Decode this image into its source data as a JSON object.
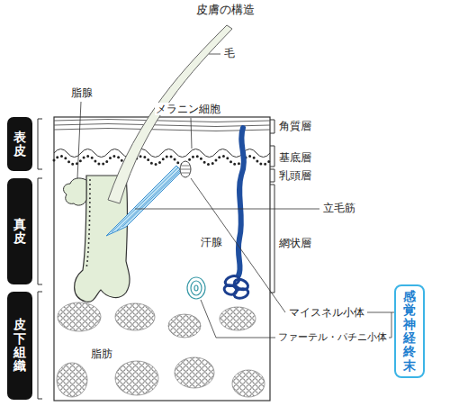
{
  "diagram": {
    "title": "皮膚の構造",
    "nodes": [
      {
        "text": [
          "表皮"
        ]
      },
      {
        "text": [
          "真皮"
        ]
      },
      {
        "text": [
          "皮下組織"
        ]
      },
      {
        "text": [
          "感覚神経終末"
        ]
      }
    ],
    "labels": [
      "毛",
      "脂腺",
      "メラニン細胞",
      "角質層",
      "基底層",
      "乳頭層",
      "立毛筋",
      "汗腺",
      "網状層",
      "マイスネル小体",
      "ファーテル・パチニ小体",
      "脂肪"
    ]
  }
}
